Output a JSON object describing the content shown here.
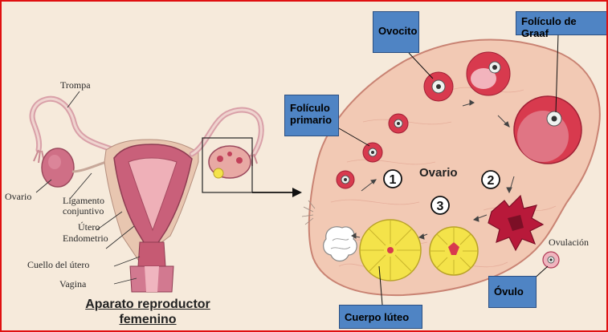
{
  "labels": {
    "trompa": "Trompa",
    "ovario_small": "Ovario",
    "ligamento": "Ligamento",
    "conjuntivo": "conjuntivo",
    "utero": "Útero",
    "endometrio": "Endometrio",
    "cuello": "Cuello del útero",
    "vagina": "Vagina",
    "ovulacion": "Ovulación",
    "ovario_big": "Ovario"
  },
  "boxes": {
    "ovocito": "Ovocito",
    "foliculo_graaf": "Folículo de Graaf",
    "foliculo_primario": "Folículo primario",
    "ovulo": "Óvulo",
    "cuerpo_luteo": "Cuerpo lúteo"
  },
  "steps": [
    "1",
    "2",
    "3"
  ],
  "title": {
    "line1": "Aparato reproductor",
    "line2": "femenino"
  },
  "colors": {
    "border": "#e01010",
    "label_box": "#4f84c4",
    "ovary": "#f2c9b4",
    "follicle": "#d83a4e",
    "corpus_luteum": "#f4e34a",
    "uterus": "#c9607a"
  }
}
